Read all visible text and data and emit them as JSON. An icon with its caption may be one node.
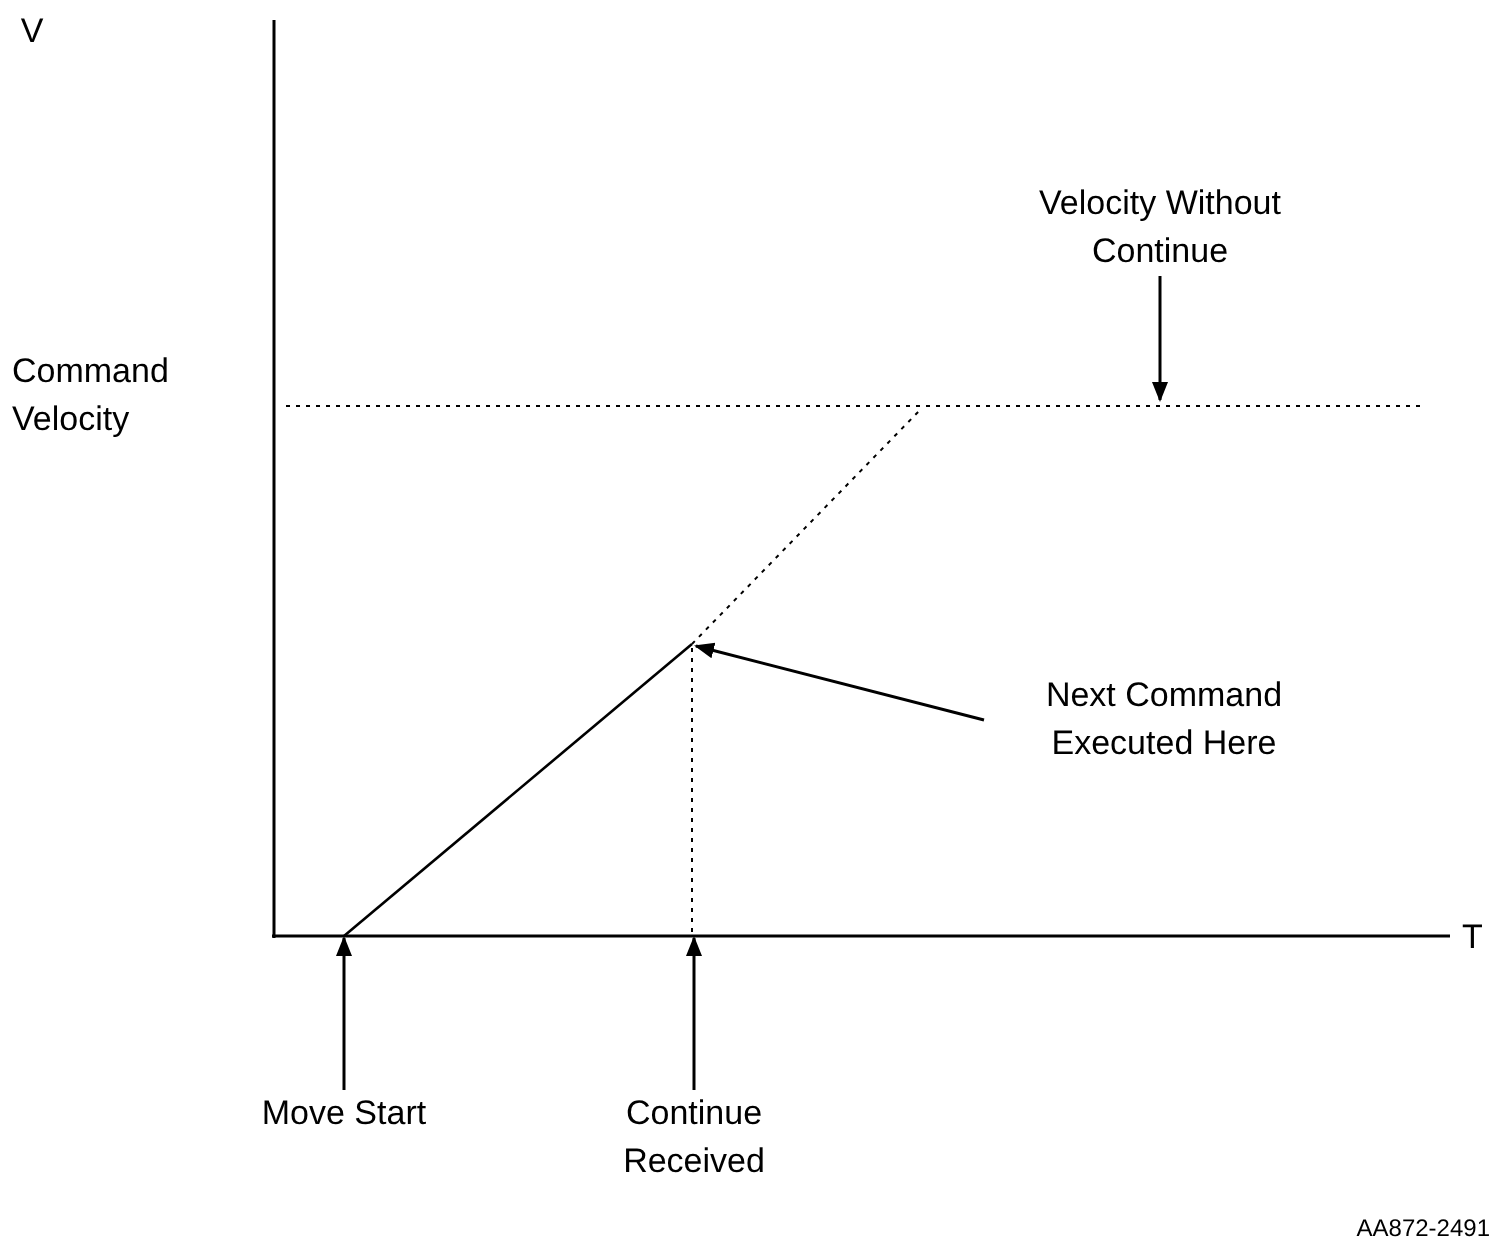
{
  "diagram": {
    "nodes": [
      {
        "text": [
          "Velocity Without Continue"
        ]
      },
      {
        "text": [
          "Next Command Executed Here"
        ]
      },
      {
        "text": [
          "Move Start"
        ]
      },
      {
        "text": [
          "Continue Received"
        ]
      },
      {
        "text": [],
        "shape": "line"
      },
      {
        "text": [],
        "shape": "line"
      },
      {
        "text": [],
        "shape": "line",
        "beside": [
          "T"
        ]
      }
    ],
    "edges": [
      {
        "from": 0,
        "to": 4,
        "arrow": "to"
      },
      {
        "from": 1,
        "to": 5,
        "arrow": "to"
      },
      {
        "from": 2,
        "to": 6,
        "arrow": "to"
      },
      {
        "from": 3,
        "to": 6,
        "arrow": "to"
      },
      {
        "from": 5,
        "to": 6,
        "arrow": "none",
        "style": "dashed"
      }
    ],
    "labels": [
      "V",
      "Command Velocity",
      "AA872-2491"
    ]
  }
}
